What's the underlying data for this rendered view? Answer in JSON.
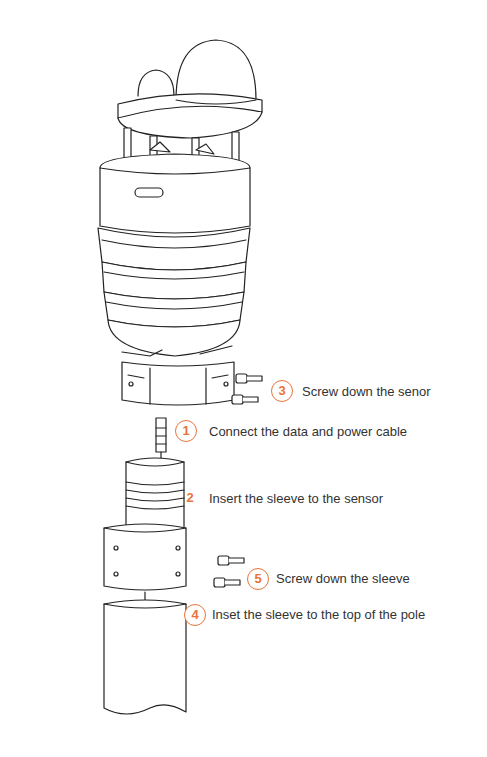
{
  "diagram": {
    "labels": [
      "3",
      "Screw down the senor",
      "1",
      "Connect the data and power cable",
      "2",
      "Insert the sleeve to the sensor",
      "5",
      "Screw down the sleeve",
      "4",
      "Inset the sleeve to the top of the pole"
    ]
  }
}
